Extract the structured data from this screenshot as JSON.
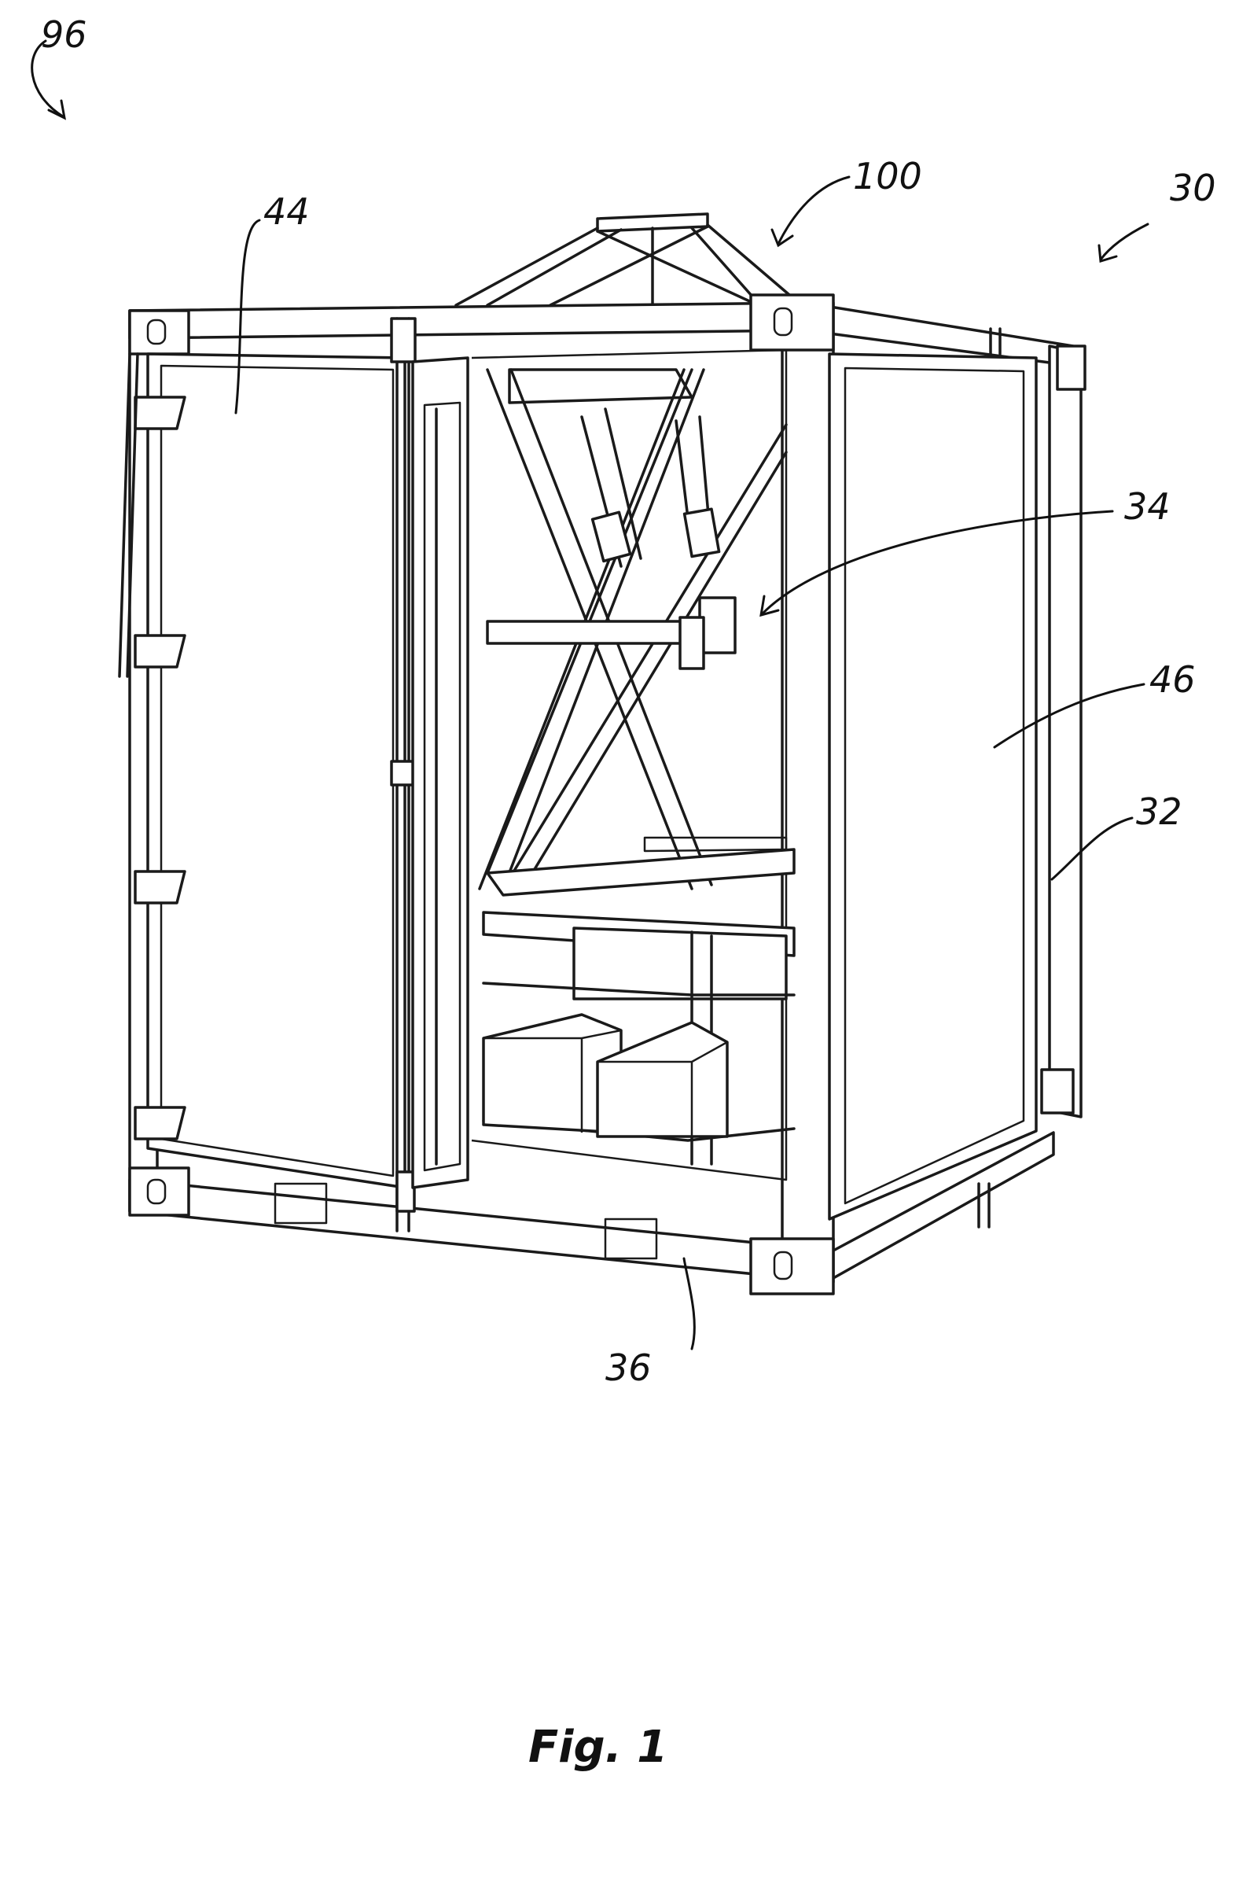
{
  "figure": {
    "caption": "Fig. 1",
    "reference_numerals": {
      "r96": "96",
      "r100": "100",
      "r30": "30",
      "r44": "44",
      "r34": "34",
      "r46": "46",
      "r32": "32",
      "r36": "36"
    }
  }
}
